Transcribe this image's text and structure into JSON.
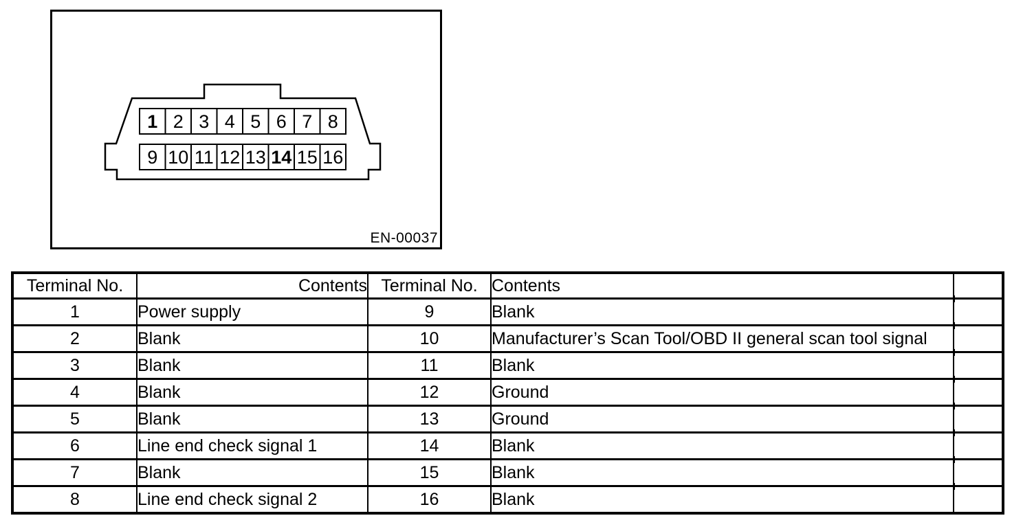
{
  "colors": {
    "ink": "#000000",
    "paper": "#ffffff"
  },
  "diagram": {
    "figure_id": "EN-00037",
    "pins": [
      "1",
      "2",
      "3",
      "4",
      "5",
      "6",
      "7",
      "8",
      "9",
      "10",
      "11",
      "12",
      "13",
      "14",
      "15",
      "16"
    ]
  },
  "table": {
    "headers": {
      "terminal_left": "Terminal No.",
      "contents_left": "Contents",
      "terminal_right": "Terminal No.",
      "contents_right": "Contents"
    },
    "rows": [
      {
        "terminal_left": "1",
        "contents_left": "Power supply",
        "terminal_right": "9",
        "contents_right": "Blank"
      },
      {
        "terminal_left": "2",
        "contents_left": "Blank",
        "terminal_right": "10",
        "contents_right": "Manufacturer’s Scan Tool/OBD II general scan tool signal"
      },
      {
        "terminal_left": "3",
        "contents_left": "Blank",
        "terminal_right": "11",
        "contents_right": "Blank"
      },
      {
        "terminal_left": "4",
        "contents_left": "Blank",
        "terminal_right": "12",
        "contents_right": "Ground"
      },
      {
        "terminal_left": "5",
        "contents_left": "Blank",
        "terminal_right": "13",
        "contents_right": "Ground"
      },
      {
        "terminal_left": "6",
        "contents_left": "Line end check signal 1",
        "terminal_right": "14",
        "contents_right": "Blank"
      },
      {
        "terminal_left": "7",
        "contents_left": "Blank",
        "terminal_right": "15",
        "contents_right": "Blank"
      },
      {
        "terminal_left": "8",
        "contents_left": "Line end check signal 2",
        "terminal_right": "16",
        "contents_right": "Blank"
      }
    ]
  }
}
